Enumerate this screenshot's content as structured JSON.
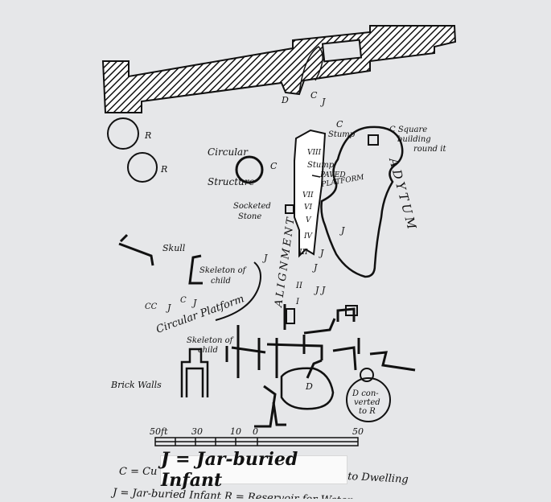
{
  "labels": {
    "d_top": "D",
    "c_top": "C",
    "j_top": "J",
    "r1": "R",
    "r2": "R",
    "circular": "Circular",
    "structure": "Structure",
    "c_struct": "C",
    "c_stump": "C",
    "stump1": "Stump",
    "c_square": "C Square",
    "building": "building",
    "round_it": "round it",
    "viii": "VIII",
    "stump2": "Stump",
    "paved": "PAVED",
    "platform": "PLATFORM",
    "adytum": "ADYTUM",
    "vii": "VII",
    "socketed": "Socketed",
    "stone": "Stone",
    "vi": "VI",
    "v": "V",
    "iv": "IV",
    "iii": "III",
    "ii": "II",
    "i": "I",
    "alignment": "ALIGNMENT",
    "j_right": "J",
    "skull": "Skull",
    "skeleton_of": "Skeleton of",
    "child": "child",
    "j1": "J",
    "j2": "J",
    "j3": "J",
    "jj": "J J",
    "cc": "CC",
    "j4": "J",
    "c4": "C",
    "j5": "J",
    "circular_platform": "Circular Platform",
    "skeleton2": "Skeleton of",
    "child2": "child",
    "brick_walls": "Brick Walls",
    "d_low": "D",
    "d_converted": "D con-",
    "verted": "verted",
    "to_r": "to R"
  },
  "scale": {
    "t50": "50ft",
    "t30": "30",
    "t10": "10",
    "t0": "0",
    "t50r": "50"
  },
  "legend": {
    "line1_left": "C = Cu",
    "line1_right": "to Dwelling",
    "line2": "J = Jar-buried Infant  R = Reservoir for Water"
  },
  "highlight": "J = Jar-buried Infant"
}
